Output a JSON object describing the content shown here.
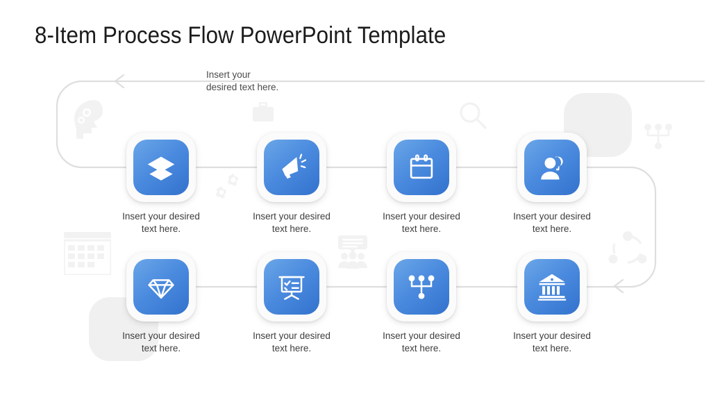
{
  "slide": {
    "title": "8-Item Process Flow PowerPoint Template",
    "background_color": "#ffffff",
    "accent_color": "#4a8ade",
    "accent_gradient_from": "#6aa6e8",
    "accent_gradient_to": "#3372cd",
    "connector_color": "#dedede",
    "watermark_color": "#f2f2f2",
    "text_color": "#3d3d3d"
  },
  "loop_note": {
    "line1": "Insert your",
    "line2": "desired text here."
  },
  "nodes": [
    {
      "id": 1,
      "icon": "layers-icon",
      "caption": "Insert your desired\ntext here."
    },
    {
      "id": 2,
      "icon": "megaphone-icon",
      "caption": "Insert your desired\ntext here."
    },
    {
      "id": 3,
      "icon": "calendar-icon",
      "caption": "Insert your desired\ntext here."
    },
    {
      "id": 4,
      "icon": "support-agent-icon",
      "caption": "Insert your desired\ntext here."
    },
    {
      "id": 5,
      "icon": "diamond-icon",
      "caption": "Insert your desired\ntext here."
    },
    {
      "id": 6,
      "icon": "presentation-checklist-icon",
      "caption": "Insert your desired\ntext here."
    },
    {
      "id": 7,
      "icon": "hierarchy-icon",
      "caption": "Insert your desired\ntext here."
    },
    {
      "id": 8,
      "icon": "bank-building-icon",
      "caption": "Insert your desired\ntext here."
    }
  ],
  "watermarks": [
    {
      "name": "head-with-gears-icon"
    },
    {
      "name": "briefcase-icon"
    },
    {
      "name": "magnifier-icon"
    },
    {
      "name": "hierarchy-icon"
    },
    {
      "name": "gears-icon"
    },
    {
      "name": "calendar-grid-icon"
    },
    {
      "name": "team-meeting-icon"
    },
    {
      "name": "circular-network-icon"
    }
  ]
}
